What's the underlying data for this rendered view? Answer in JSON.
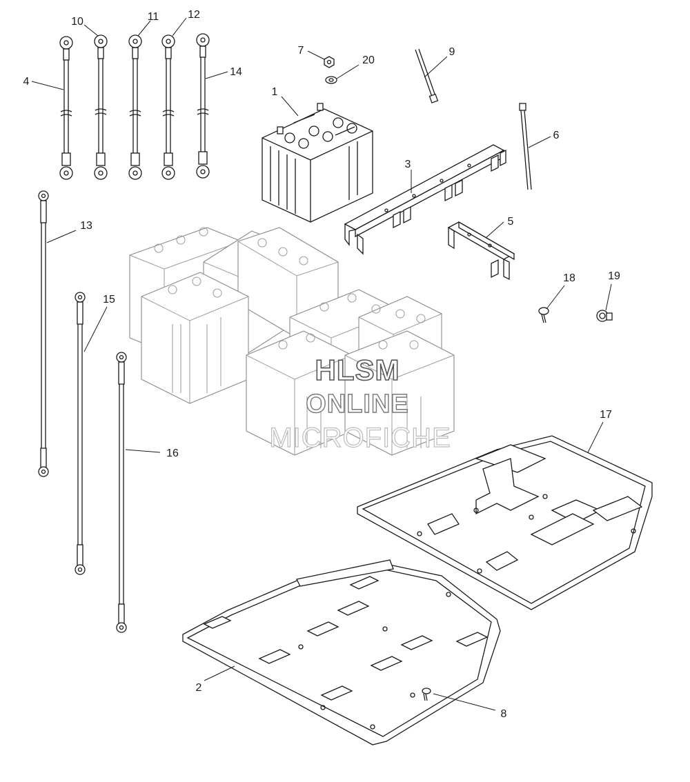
{
  "diagram": {
    "callouts": [
      "1",
      "2",
      "3",
      "4",
      "5",
      "6",
      "7",
      "8",
      "9",
      "10",
      "11",
      "12",
      "13",
      "14",
      "15",
      "16",
      "17",
      "18",
      "19",
      "20"
    ]
  },
  "watermark": {
    "line1": "HLSM",
    "line2": "ONLINE",
    "line3": "MICROFICHE"
  }
}
